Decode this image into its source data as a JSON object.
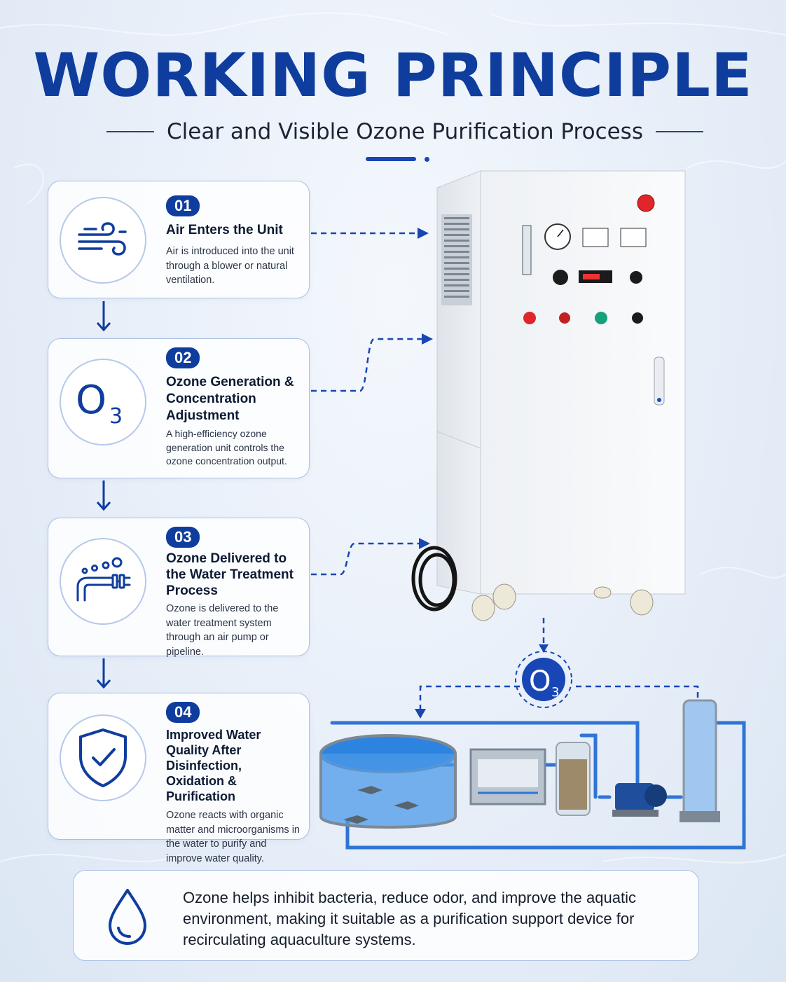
{
  "header": {
    "title": "WORKING PRINCIPLE",
    "subtitle": "Clear and Visible Ozone Purification Process"
  },
  "steps": [
    {
      "number": "01",
      "title": "Air Enters the Unit",
      "description": "Air is introduced into the unit through a blower or natural ventilation.",
      "icon": "wind-icon"
    },
    {
      "number": "02",
      "title": "Ozone Generation & Concentration Adjustment",
      "description": "A high-efficiency ozone generation unit controls the ozone concentration output.",
      "icon": "o3-icon"
    },
    {
      "number": "03",
      "title": "Ozone Delivered to the Water Treatment Process",
      "description": "Ozone is delivered to the water treatment system through an air pump or pipeline.",
      "icon": "pipe-bubbles-icon"
    },
    {
      "number": "04",
      "title": "Improved Water Quality After Disinfection, Oxidation & Purification",
      "description": "Ozone reacts with organic matter and microorganisms in the water to purify and improve water quality.",
      "icon": "shield-check-icon"
    }
  ],
  "o3_label": {
    "main": "O",
    "sub": "3"
  },
  "footer": {
    "text": "Ozone helps inhibit bacteria, reduce odor, and improve the aquatic environment, making it suitable as a purification support device for recirculating aquaculture systems.",
    "icon": "water-drop-icon"
  },
  "colors": {
    "primary": "#0f3d9e",
    "accent": "#1846b4",
    "card_border": "#a9bfe4",
    "pipe": "#2f74d6",
    "machine": "#f3f5f8"
  }
}
